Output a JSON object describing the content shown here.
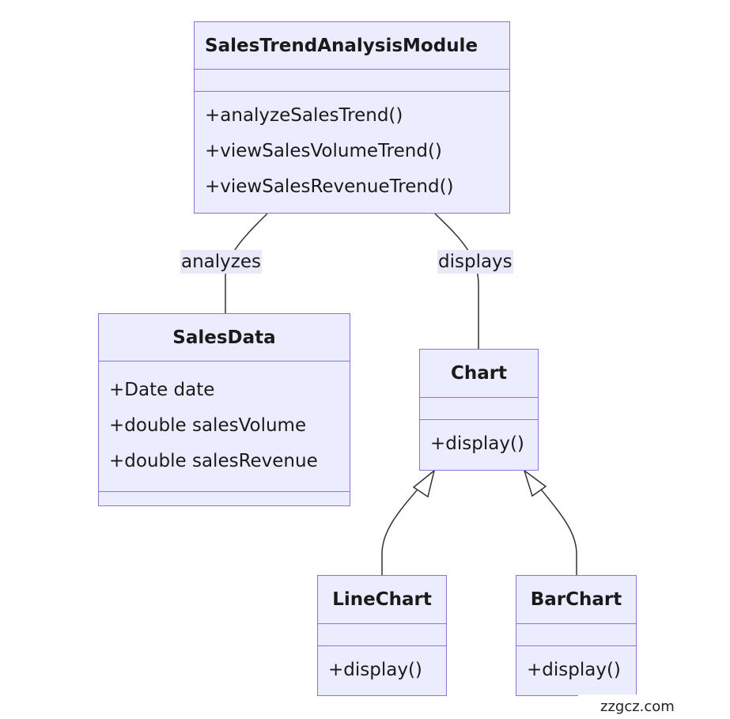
{
  "classes": {
    "sales_trend": {
      "name": "SalesTrendAnalysisModule",
      "methods": [
        "+analyzeSalesTrend()",
        "+viewSalesVolumeTrend()",
        "+viewSalesRevenueTrend()"
      ]
    },
    "sales_data": {
      "name": "SalesData",
      "attributes": [
        "+Date date",
        "+double salesVolume",
        "+double salesRevenue"
      ]
    },
    "chart": {
      "name": "Chart",
      "methods": [
        "+display()"
      ]
    },
    "line_chart": {
      "name": "LineChart",
      "methods": [
        "+display()"
      ]
    },
    "bar_chart": {
      "name": "BarChart",
      "methods": [
        "+display()"
      ]
    }
  },
  "relations": {
    "analyzes": "analyzes",
    "displays": "displays"
  },
  "watermark": "zzgcz.com",
  "colors": {
    "node_fill": "#ececff",
    "node_border": "#9370db",
    "edge_line": "#333333",
    "label_bg": "#e8e8f8"
  }
}
